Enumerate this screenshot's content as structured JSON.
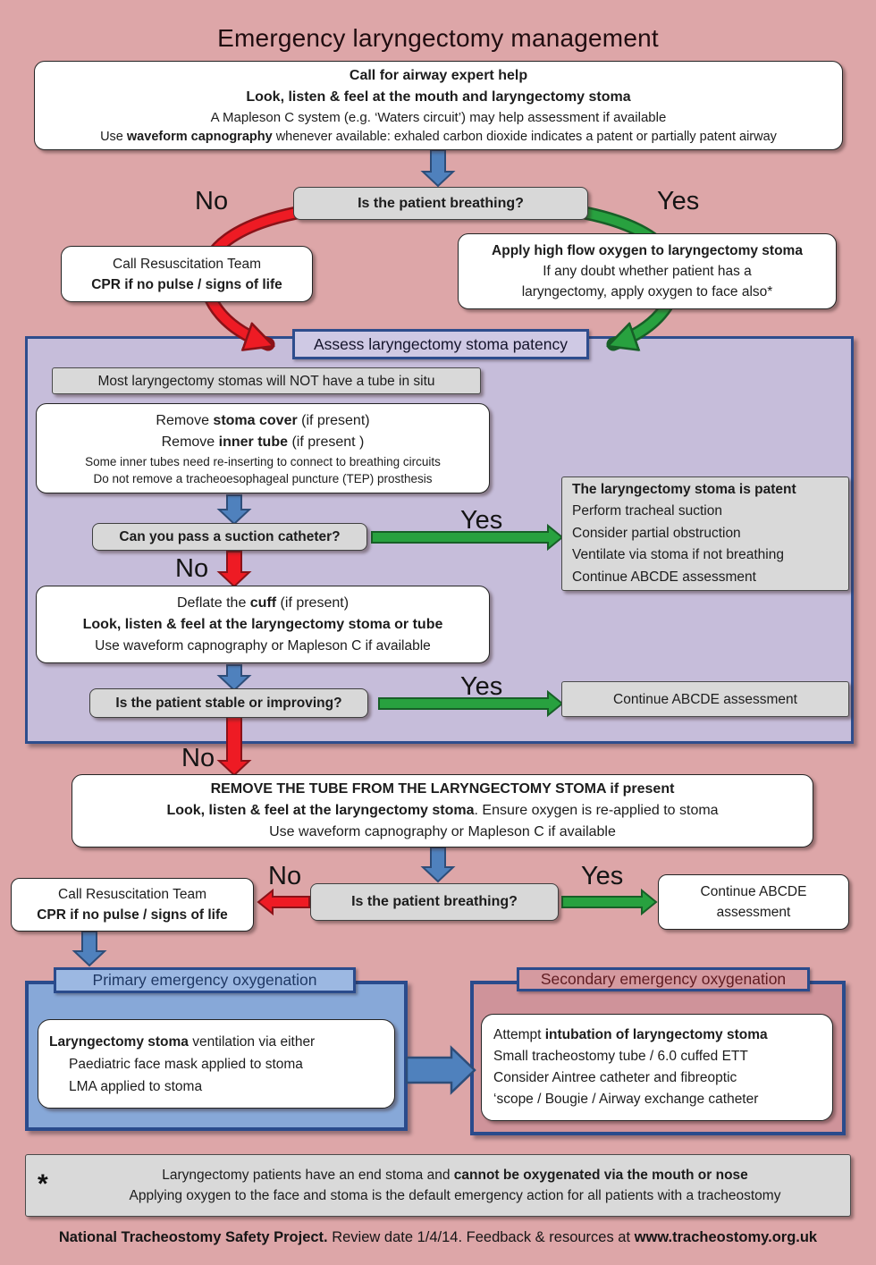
{
  "title": "Emergency laryngectomy management",
  "colors": {
    "background_pink": "#dda6a8",
    "purple_panel": "#c6bdda",
    "panel_border_navy": "#2e4d8d",
    "grey_box": "#d9d9d9",
    "white_box": "#ffffff",
    "blue_arrow": "#4f81bd",
    "blue_arrow_border": "#2d4d79",
    "red_arrow": "#ee1b24",
    "red_arrow_border": "#8a1218",
    "green_arrow": "#28a13f",
    "green_arrow_border": "#175f27",
    "primary_panel_blue": "#87a8d8",
    "primary_header_blue": "#9cb8e2",
    "primary_header_text": "#1f3864",
    "secondary_panel_pink": "#cf939a",
    "secondary_header_pink": "#d59aa0",
    "secondary_header_text": "#5f1b20"
  },
  "top_box": {
    "l1": "Call for airway expert help",
    "l2": "Look, listen & feel at the mouth and laryngectomy stoma",
    "l3": "A Mapleson C system (e.g. ‘Waters circuit’) may help assessment if available",
    "l4_pre": "Use ",
    "l4_bold": "waveform capnography",
    "l4_post": " whenever available:  exhaled carbon dioxide indicates a patent or partially patent airway"
  },
  "labels": {
    "no1": "No",
    "yes1": "Yes",
    "yes2": "Yes",
    "no2": "No",
    "yes3": "Yes",
    "no3": "No",
    "no4": "No",
    "yes4": "Yes"
  },
  "q_breathing_1": "Is the patient breathing?",
  "resus_1": {
    "l1": "Call Resuscitation Team",
    "l2": "CPR if no pulse / signs of life"
  },
  "oxygen_box": {
    "l1": "Apply high flow oxygen to laryngectomy stoma",
    "l2": "If any doubt whether patient has a",
    "l3": "laryngectomy, apply oxygen to face also*"
  },
  "assess_header": "Assess laryngectomy stoma patency",
  "no_tube_note": "Most laryngectomy stomas will NOT have a tube in situ",
  "remove_box": {
    "l1_pre": "Remove ",
    "l1_bold": "stoma cover",
    "l1_post": " (if present)",
    "l2_pre": "Remove ",
    "l2_bold": "inner tube",
    "l2_post": " (if present )",
    "l3": "Some inner tubes need re-inserting to connect to breathing circuits",
    "l4": "Do not remove a tracheoesophageal puncture (TEP) prosthesis"
  },
  "q_suction": "Can you pass a suction catheter?",
  "patent_box": {
    "l1": "The laryngectomy stoma is patent",
    "l2": "Perform tracheal suction",
    "l3": "Consider partial obstruction",
    "l4": "Ventilate via stoma if not breathing",
    "l5": "Continue ABCDE assessment"
  },
  "deflate_box": {
    "l1_pre": "Deflate the ",
    "l1_bold": "cuff",
    "l1_post": " (if present)",
    "l2": "Look, listen & feel at the laryngectomy stoma or tube",
    "l3": "Use waveform capnography or Mapleson C if available"
  },
  "q_stable": "Is the patient stable or improving?",
  "abcde_1": "Continue ABCDE assessment",
  "remove_tube_box": {
    "l1": "REMOVE THE TUBE FROM THE LARYNGECTOMY STOMA if present",
    "l2_bold": "Look, listen & feel at the laryngectomy stoma",
    "l2_post": ". Ensure oxygen is re-applied to stoma",
    "l3": "Use waveform capnography or Mapleson C if available"
  },
  "q_breathing_2": "Is the patient breathing?",
  "resus_2": {
    "l1": "Call Resuscitation Team",
    "l2": "CPR if no pulse / signs of life"
  },
  "abcde_2": {
    "l1": "Continue ABCDE",
    "l2": "assessment"
  },
  "primary": {
    "header": "Primary emergency oxygenation",
    "l1_bold": "Laryngectomy stoma",
    "l1_post": " ventilation via either",
    "l2": "Paediatric face mask applied to stoma",
    "l3": "LMA applied to stoma"
  },
  "secondary": {
    "header": "Secondary emergency oxygenation",
    "l1_pre": "Attempt ",
    "l1_bold": "intubation of laryngectomy stoma",
    "l2": "Small tracheostomy tube / 6.0 cuffed ETT",
    "l3": "Consider Aintree catheter and fibreoptic",
    "l4": "‘scope / Bougie / Airway exchange catheter"
  },
  "footnote": {
    "star": "*",
    "l1_pre": "Laryngectomy patients have an end stoma and ",
    "l1_bold": "cannot be oxygenated via the mouth or nose",
    "l2": "Applying oxygen to the face and stoma is the default emergency action for all patients with a tracheostomy"
  },
  "footer": {
    "b1": "National Tracheostomy Safety Project.",
    "t1": " Review date 1/4/14. Feedback & resources at ",
    "b2": "www.tracheostomy.org.uk"
  }
}
